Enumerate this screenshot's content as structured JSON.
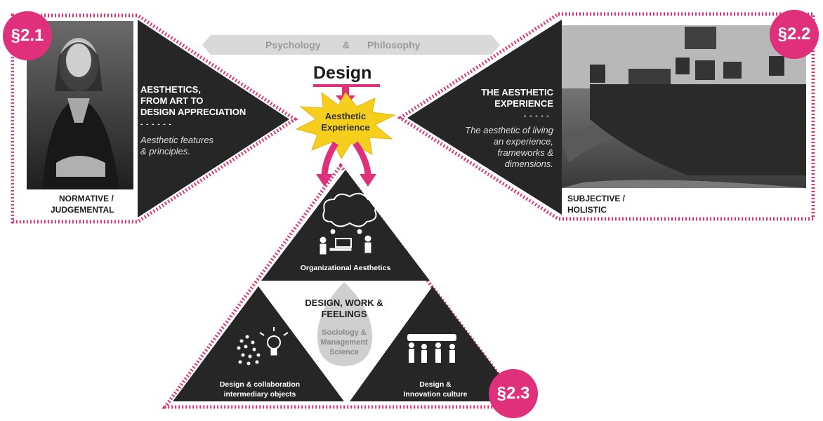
{
  "top_bar": {
    "left": "Psychology",
    "amp": "&",
    "right": "Philosophy"
  },
  "design": "Design",
  "aesthetic_star": [
    "Aesthetic",
    "Experience"
  ],
  "left_panel": {
    "title": [
      "AESTHETICS,",
      "FROM ART TO",
      "DESIGN APPRECIATION"
    ],
    "subtitle": [
      "Aesthetic features",
      "& principles."
    ],
    "caption": [
      "NORMATIVE /",
      "JUDGEMENTAL"
    ],
    "badge": "§2.1"
  },
  "right_panel": {
    "title": [
      "THE AESTHETIC",
      "EXPERIENCE"
    ],
    "subtitle": [
      "The aesthetic of living",
      "an experience,",
      "frameworks &",
      "dimensions."
    ],
    "caption": [
      "SUBJECTIVE /",
      "HOLISTIC"
    ],
    "badge": "§2.2"
  },
  "bottom": {
    "top_label": "Organizational Aesthetics",
    "left_label": [
      "Design & collaboration",
      "intermediary objects"
    ],
    "right_label": [
      "Design &",
      "Innovation culture"
    ],
    "center_title": [
      "DESIGN, WORK &",
      "FEELINGS"
    ],
    "center_sub": [
      "Sociology &",
      "Management",
      "Science"
    ],
    "badge": "§2.3"
  },
  "colors": {
    "accent": "#e0307b",
    "dark": "#262626",
    "star": "#f6cf1c",
    "grey": "#cfcfcf"
  }
}
